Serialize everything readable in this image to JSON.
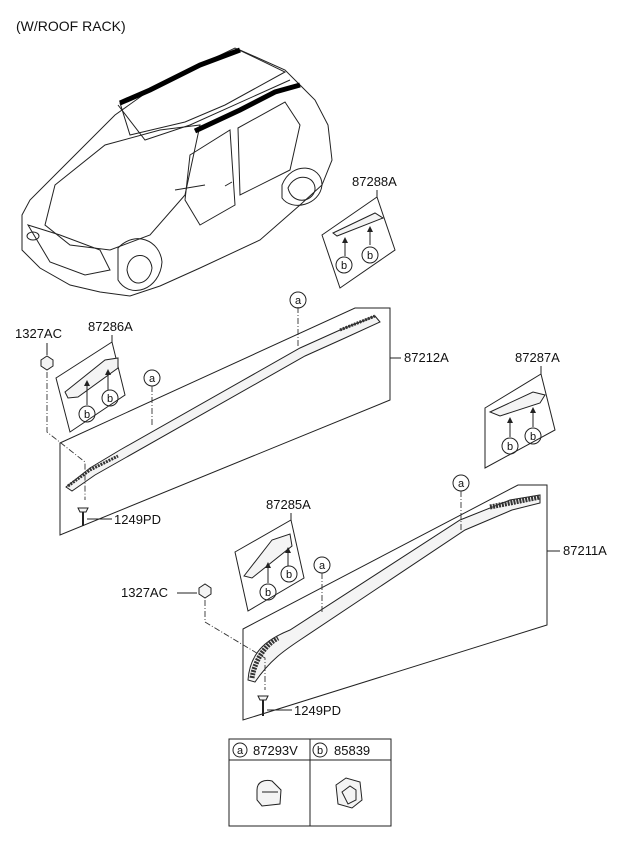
{
  "title": "(W/ROOF RACK)",
  "parts": {
    "p87288A": "87288A",
    "p87286A": "87286A",
    "p87212A": "87212A",
    "p87287A": "87287A",
    "p87285A": "87285A",
    "p87211A": "87211A",
    "p1327AC_top": "1327AC",
    "p1327AC_bottom": "1327AC",
    "p1249PD_top": "1249PD",
    "p1249PD_bottom": "1249PD"
  },
  "markers": {
    "a": "a",
    "b": "b"
  },
  "legend": {
    "a_letter": "a",
    "a_part": "87293V",
    "b_letter": "b",
    "b_part": "85839"
  }
}
